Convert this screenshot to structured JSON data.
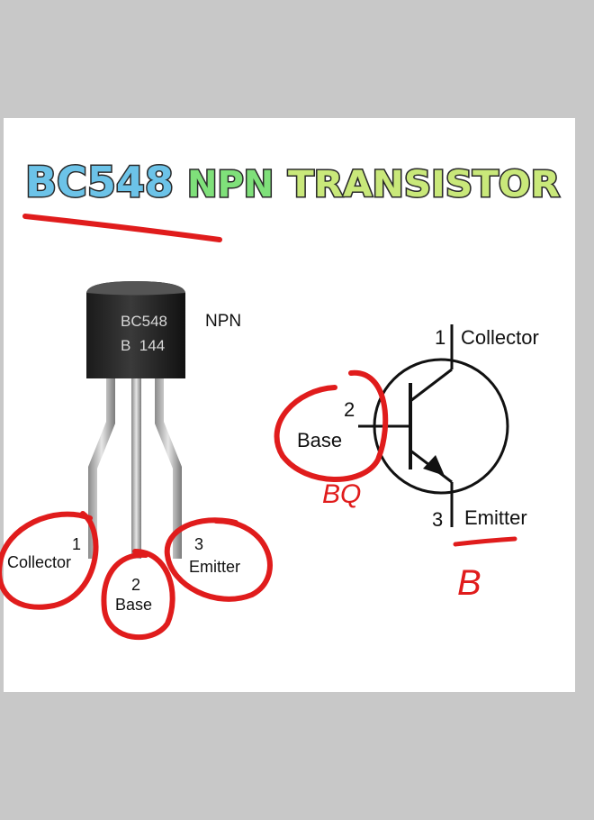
{
  "title": {
    "part1": "BC548",
    "part2": "NPN",
    "part3": "TRANSISTOR",
    "color1": "#6cc3e8",
    "color2": "#7fe07a",
    "color3": "#c9e87a",
    "outline": "#2a2a2a"
  },
  "package": {
    "marking_line1": "BC548",
    "marking_line2": "B  144",
    "type_label": "NPN",
    "pins": [
      {
        "number": "1",
        "name": "Collector"
      },
      {
        "number": "2",
        "name": "Base"
      },
      {
        "number": "3",
        "name": "Emitter"
      }
    ]
  },
  "symbol": {
    "collector_number": "1",
    "collector_label": "Collector",
    "base_number": "2",
    "base_label": "Base",
    "emitter_number": "3",
    "emitter_label": "Emitter"
  },
  "annotations": {
    "handwriting_1": "BQ",
    "handwriting_2": "B",
    "ink_color": "#e01c1c"
  }
}
